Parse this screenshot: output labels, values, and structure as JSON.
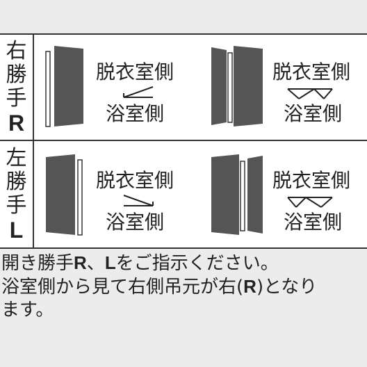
{
  "rows": [
    {
      "id": "right",
      "label_kanji": [
        "右",
        "勝",
        "手"
      ],
      "label_letter": "R",
      "single_top": "脱衣室側",
      "single_bottom": "浴室側",
      "double_top": "脱衣室側",
      "double_bottom": "浴室側"
    },
    {
      "id": "left",
      "label_kanji": [
        "左",
        "勝",
        "手"
      ],
      "label_letter": "L",
      "single_top": "脱衣室側",
      "single_bottom": "浴室側",
      "double_top": "脱衣室側",
      "double_bottom": "浴室側"
    }
  ],
  "notes": {
    "line1_a": "開き勝手",
    "line1_r": "R",
    "line1_sep": "、",
    "line1_l": "L",
    "line1_b": "をご指示ください。",
    "line2_a": "浴室側から見て右側吊元が右(",
    "line2_r": "R",
    "line2_b": ")となり",
    "line3": "ます。"
  },
  "colors": {
    "panel_bg": "#ffffff",
    "page_bg": "#ececec",
    "door_fill": "#555555",
    "line": "#333333"
  }
}
